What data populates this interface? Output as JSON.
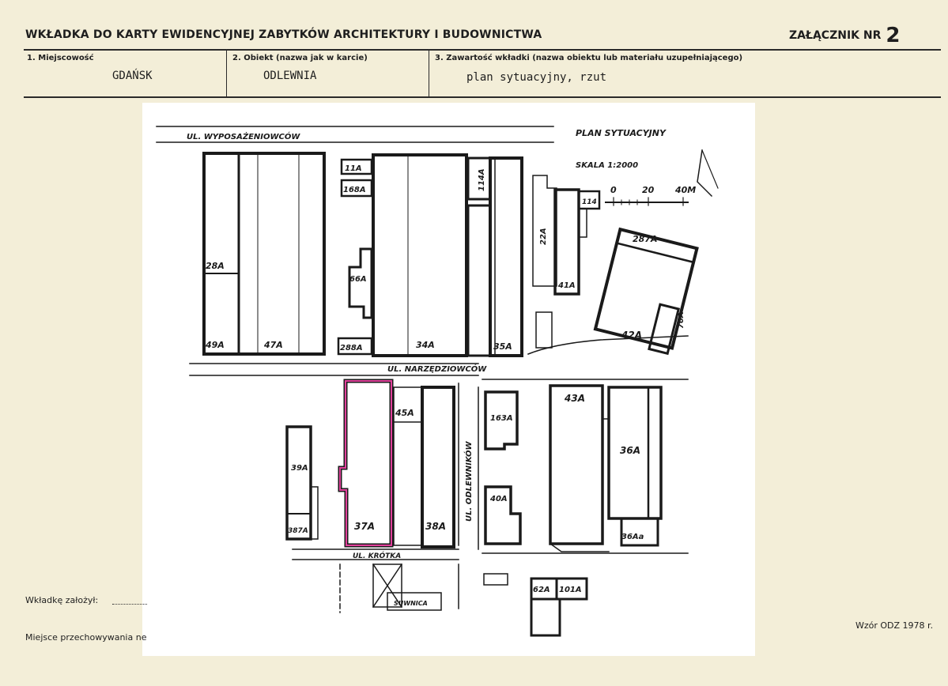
{
  "header": {
    "title": "WKŁADKA DO KARTY EWIDENCYJNEJ ZABYTKÓW ARCHITEKTURY I BUDOWNICTWA",
    "attachment_label": "ZAŁĄCZNIK NR",
    "attachment_number": "2"
  },
  "fields": {
    "place_label": "1. Miejscowość",
    "place_value": "GDAŃSK",
    "object_label": "2. Obiekt (nazwa jak w karcie)",
    "object_value": "ODLEWNIA",
    "content_label": "3. Zawartość wkładki (nazwa obiektu lub materiału uzupełniającego)",
    "content_value": "plan sytuacyjny, rzut"
  },
  "footer": {
    "made_by_label": "Wkładkę założył:",
    "storage_label": "Miejsce przechowywania ne",
    "form_code": "Wzór ODZ 1978 r."
  },
  "plan": {
    "title": "PLAN SYTUACYJNY",
    "scale": "SKALA 1:2000",
    "scale_ticks": [
      "0",
      "20",
      "40M"
    ],
    "streets": {
      "wyposazeniowcow": "UL. WYPOSAŻENIOWCÓW",
      "narzedziowcow": "UL. NARZĘDZIOWCÓW",
      "odlewnikow": "UL. ODLEWNIKÓW",
      "krotka": "UL. KRÓTKA"
    },
    "buildings": {
      "b28A": "28A",
      "b49A": "49A",
      "b47A": "47A",
      "b11A": "11A",
      "b168A": "168A",
      "b66A": "66A",
      "b288A": "288A",
      "b34A": "34A",
      "b114A": "114A",
      "b35A": "35A",
      "b22A": "22A",
      "b114b": "114",
      "b41A": "41A",
      "b287A": "287A",
      "b42A": "42A",
      "b70A": "70A",
      "b45A": "45A",
      "b37A": "37A",
      "b38A": "38A",
      "b39A": "39A",
      "b387A": "387A",
      "b163A": "163A",
      "b40A": "40A",
      "b43A": "43A",
      "b36A": "36A",
      "b36Aa": "36Aa",
      "b62A": "62A",
      "b101A": "101A",
      "suwnica": "SUWNICA"
    }
  },
  "accent": {
    "highlight": "#e0409a",
    "ink": "#1a1a1a"
  }
}
